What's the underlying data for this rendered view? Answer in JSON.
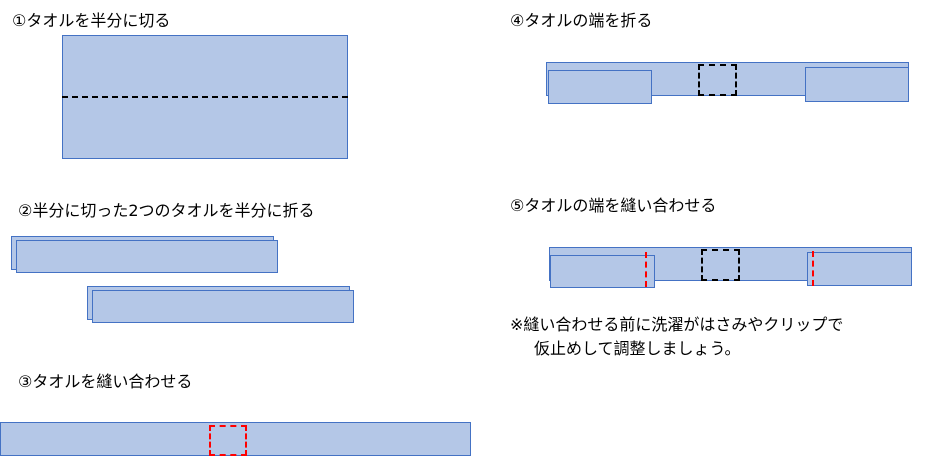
{
  "steps": {
    "step1": "①タオルを半分に切る",
    "step2": "②半分に切った2つのタオルを半分に折る",
    "step3": "③タオルを縫い合わせる",
    "step4": "④タオルの端を折る",
    "step5": "⑤タオルの端を縫い合わせる"
  },
  "note": {
    "line1": "※縫い合わせる前に洗濯がはさみやクリップで",
    "line2": "仮止めして調整しましょう。"
  },
  "colors": {
    "towel_fill": "#b4c7e7",
    "towel_border": "#4472c4",
    "cut_line": "#000000",
    "stitch_red": "#ff0000"
  }
}
